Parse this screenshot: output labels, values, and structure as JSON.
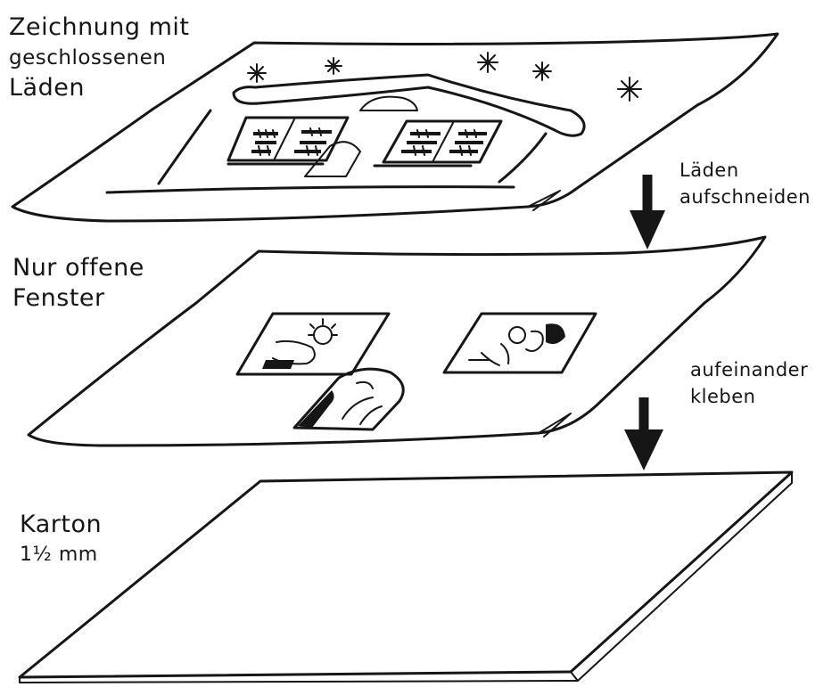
{
  "labels": {
    "top": [
      "Zeichnung mit",
      "geschlossenen",
      "Läden"
    ],
    "middle": [
      "Nur offene",
      "Fenster"
    ],
    "bottom": [
      "Karton",
      "1½ mm"
    ],
    "step1": [
      "Läden",
      "aufschneiden"
    ],
    "step2": [
      "aufeinander",
      "kleben"
    ]
  },
  "colors": {
    "ink": "#161616",
    "paper": "#ffffff"
  }
}
